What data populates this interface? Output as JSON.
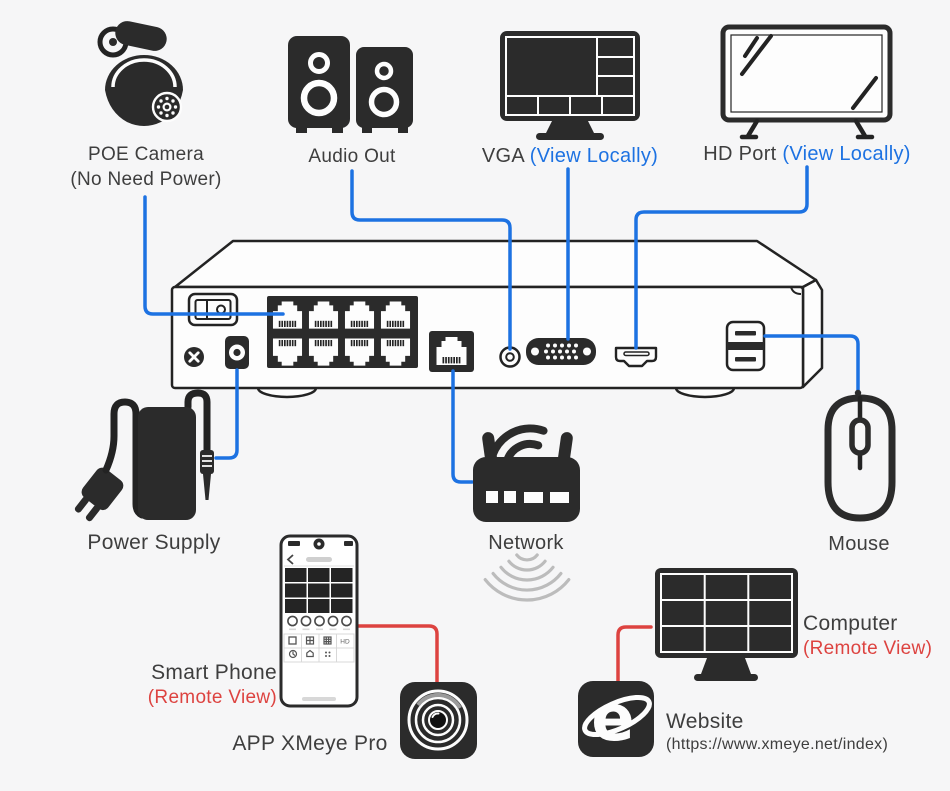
{
  "colors": {
    "background": "#f6f6f7",
    "accent_blue": "#1d72e2",
    "accent_red": "#dd4340",
    "icon_dark": "#2b2b2b",
    "text_dark": "#3e3e3e",
    "wifi_gray": "#bcbcbc"
  },
  "icons": {
    "ie_glyph": "e"
  },
  "diagram": {
    "top_row": {
      "poe_camera": {
        "label": "POE Camera",
        "note": "(No Need Power)"
      },
      "audio_out": {
        "label": "Audio Out"
      },
      "vga": {
        "label": "VGA",
        "note": "(View Locally)"
      },
      "hd_port": {
        "label": "HD Port",
        "note": "(View Locally)"
      }
    },
    "middle": {
      "power_supply": {
        "label": "Power Supply"
      },
      "network": {
        "label": "Network"
      },
      "mouse": {
        "label": "Mouse"
      }
    },
    "bottom": {
      "smart_phone": {
        "label": "Smart Phone",
        "note": "(Remote View)"
      },
      "app": {
        "label": "APP XMeye Pro"
      },
      "website": {
        "label": "Website",
        "url": "(https://www.xmeye.net/index)"
      },
      "computer": {
        "label": "Computer",
        "note": "(Remote View)"
      }
    },
    "phone_screen": {
      "hd_badge": "HD"
    }
  }
}
